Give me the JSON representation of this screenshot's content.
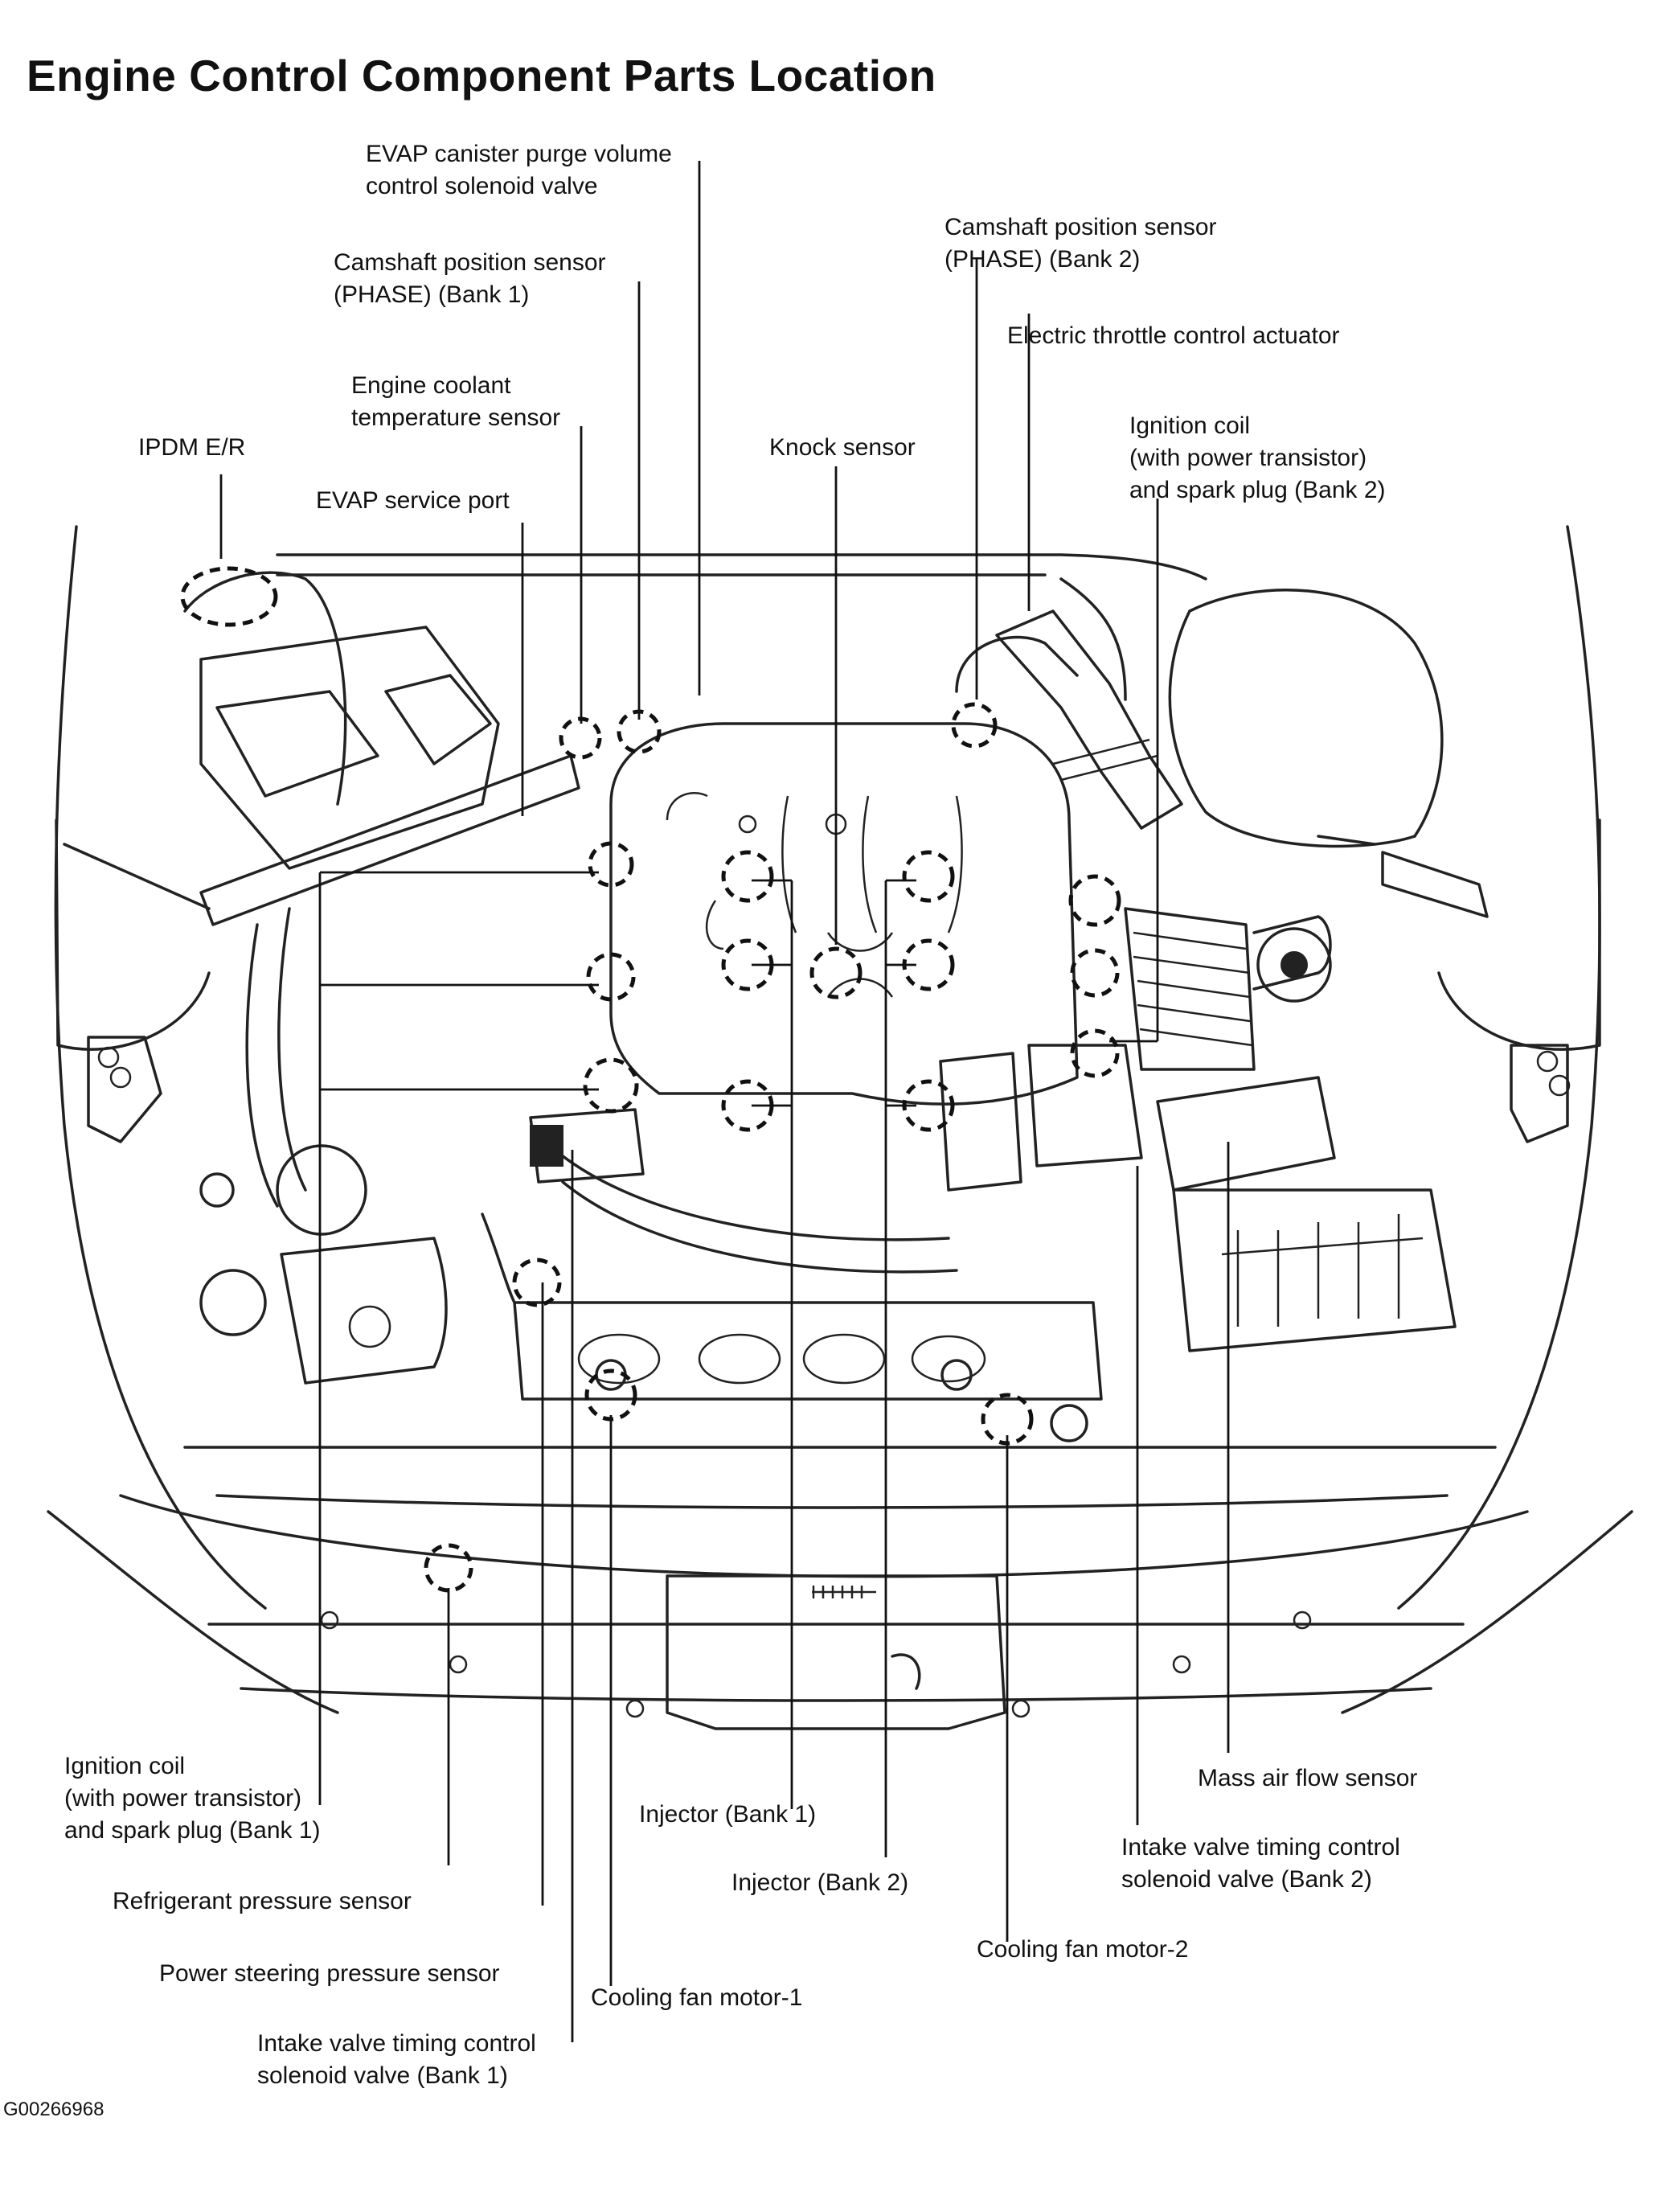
{
  "title": "Engine Control Component Parts Location",
  "figure_id": "G00266968",
  "labels": {
    "evap_purge": "EVAP canister purge volume\ncontrol solenoid valve",
    "cam_sensor_b1": "Camshaft position sensor\n(PHASE) (Bank 1)",
    "cam_sensor_b2": "Camshaft position sensor\n(PHASE) (Bank 2)",
    "throttle_actuator": "Electric throttle control actuator",
    "coolant_temp": "Engine coolant\ntemperature sensor",
    "ipdm": "IPDM E/R",
    "knock": "Knock sensor",
    "ign_coil_b2": "Ignition coil\n(with power transistor)\nand spark plug (Bank 2)",
    "evap_port": "EVAP service port",
    "ign_coil_b1": "Ignition coil\n(with power transistor)\nand spark plug (Bank 1)",
    "injector_b1": "Injector (Bank 1)",
    "injector_b2": "Injector (Bank 2)",
    "maf": "Mass air flow sensor",
    "ivt_b2": "Intake valve timing control\nsolenoid valve (Bank 2)",
    "refrigerant": "Refrigerant pressure sensor",
    "power_steering": "Power steering pressure sensor",
    "cooling_fan_1": "Cooling fan motor-1",
    "cooling_fan_2": "Cooling fan motor-2",
    "ivt_b1": "Intake valve timing control\nsolenoid valve (Bank 1)"
  }
}
